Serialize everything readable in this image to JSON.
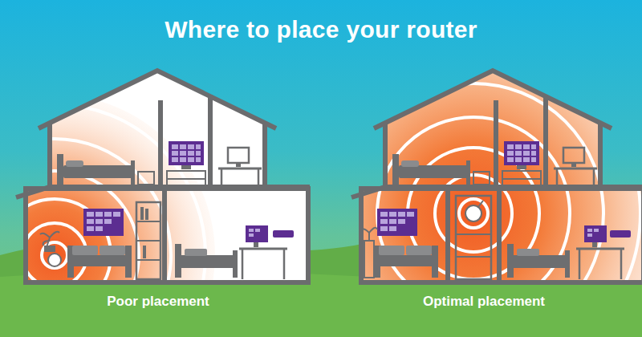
{
  "diagram": {
    "title": "Where to place your router",
    "labels": [
      "Poor placement",
      "Optimal placement"
    ]
  }
}
